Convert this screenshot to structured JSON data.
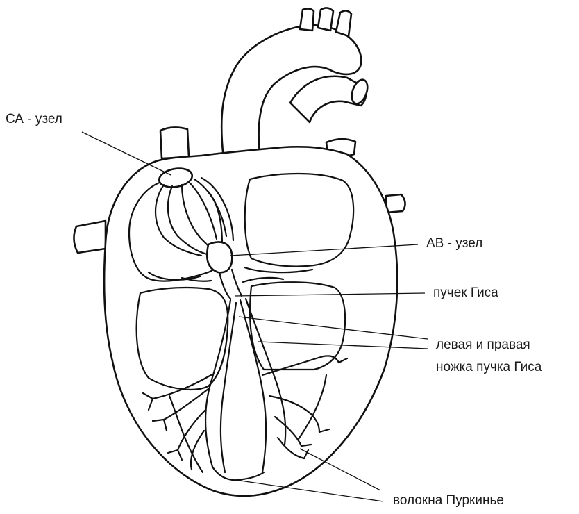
{
  "labels": {
    "sa_node": "СА - узел",
    "av_node": "АВ - узел",
    "his_bundle": "пучек Гиса",
    "bundle_branches_line1": "левая и правая",
    "bundle_branches_line2": "ножка пучка Гиса",
    "purkinje_fibers": "волокна Пуркинье"
  },
  "colors": {
    "ink": "#111111",
    "background": "#ffffff",
    "label": "#1a1a1a"
  }
}
